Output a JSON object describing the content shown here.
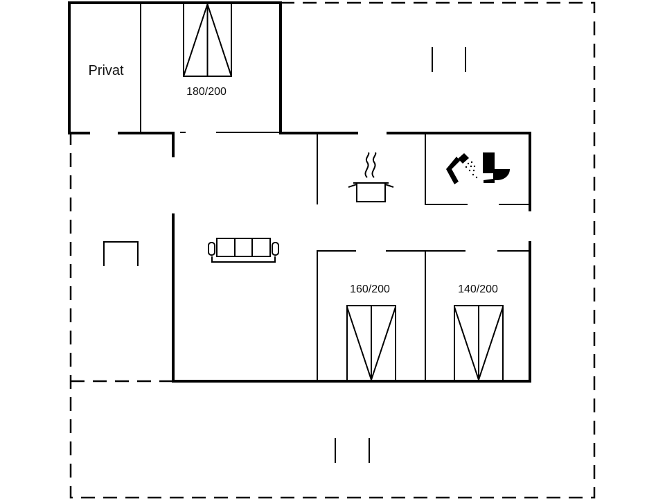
{
  "rooms": {
    "privat": {
      "label": "Privat"
    },
    "bedroom_1": {
      "bed_size": "180/200"
    },
    "bedroom_2": {
      "bed_size": "160/200"
    },
    "bedroom_3": {
      "bed_size": "140/200"
    }
  },
  "icons": {
    "kitchen": "cooking-pot-icon",
    "bathroom": [
      "shower-icon",
      "toilet-icon"
    ],
    "living": "sofa-icon",
    "beds": "double-bed-icon"
  },
  "colors": {
    "line": "#000000",
    "background": "#ffffff"
  }
}
